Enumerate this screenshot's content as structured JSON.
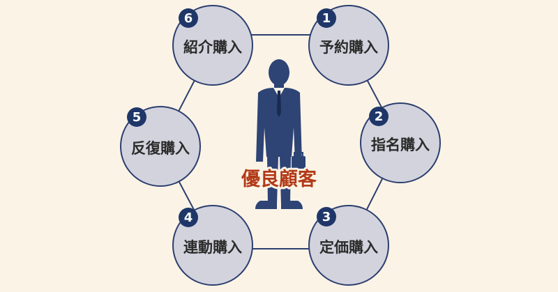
{
  "center_label": "優良顧客",
  "nodes": [
    {
      "number": "1",
      "label": "予約購入"
    },
    {
      "number": "2",
      "label": "指名購入"
    },
    {
      "number": "3",
      "label": "定価購入"
    },
    {
      "number": "4",
      "label": "連動購入"
    },
    {
      "number": "5",
      "label": "反復購入"
    },
    {
      "number": "6",
      "label": "紹介購入"
    }
  ],
  "colors": {
    "background": "#fbf3e6",
    "circle_fill": "#d3d3de",
    "circle_stroke": "#2b3e6e",
    "badge": "#1f3668",
    "figure": "#2d4475",
    "center_text": "#b23a17"
  }
}
